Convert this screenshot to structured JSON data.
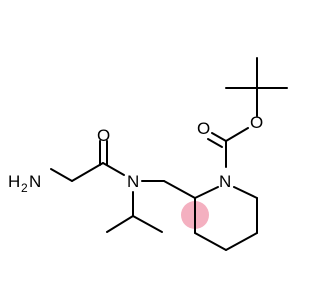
{
  "molecule": {
    "atoms": {
      "amine_h": "H",
      "amine_h_count": "2",
      "amine_n": "N",
      "amide_o": "O",
      "amide_n": "N",
      "ring_n": "N",
      "ester_o": "O",
      "carbonyl_o": "O"
    },
    "colors": {
      "bond": "#000000",
      "stereo_highlight": "#f4b0c0"
    }
  }
}
